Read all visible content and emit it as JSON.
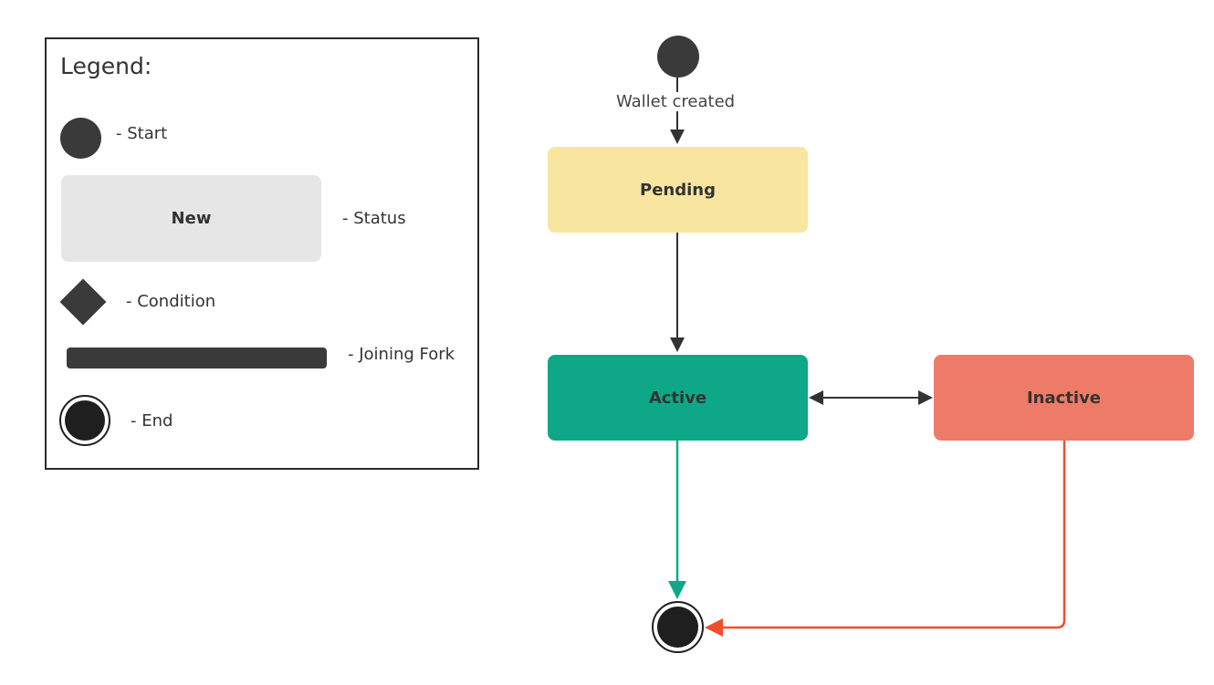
{
  "legend": {
    "title": "Legend:",
    "items": [
      {
        "symbol": "start",
        "label": "- Start"
      },
      {
        "symbol": "status",
        "sample_text": "New",
        "label": "- Status"
      },
      {
        "symbol": "condition",
        "label": "- Condition"
      },
      {
        "symbol": "joining-fork",
        "label": "- Joining Fork"
      },
      {
        "symbol": "end",
        "label": "- End"
      }
    ]
  },
  "diagram": {
    "start_transition_label": "Wallet created",
    "states": {
      "pending": {
        "label": "Pending",
        "color": "#f8e5a0"
      },
      "active": {
        "label": "Active",
        "color": "#0ea888"
      },
      "inactive": {
        "label": "Inactive",
        "color": "#ee7b68"
      }
    },
    "transitions": [
      {
        "from": "start",
        "to": "pending",
        "color": "#333333"
      },
      {
        "from": "pending",
        "to": "active",
        "color": "#333333"
      },
      {
        "from": "active",
        "to": "inactive",
        "bidirectional": true,
        "color": "#333333"
      },
      {
        "from": "active",
        "to": "end",
        "color": "#0ea888"
      },
      {
        "from": "inactive",
        "to": "end",
        "color": "#f04e2e"
      }
    ]
  }
}
